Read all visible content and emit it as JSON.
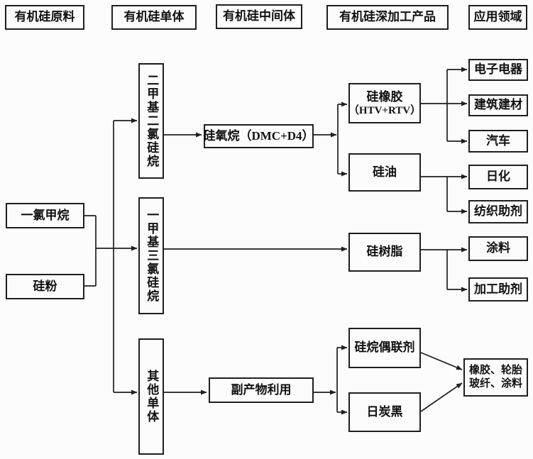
{
  "columns": {
    "raw_materials": "有机硅原料",
    "monomers": "有机硅单体",
    "intermediates": "有机硅中间体",
    "processed_products": "有机硅深加工产品",
    "applications": "应用领域"
  },
  "raw_materials": {
    "methyl_chloride": "一氯甲烷",
    "silicon_powder": "硅粉"
  },
  "monomers": {
    "dimethyldichlorosilane": "二甲基二氯硅烷",
    "methyltrichlorosilane": "一甲基三氯硅烷",
    "other_monomers": "其他单体"
  },
  "intermediates": {
    "siloxane": "硅氧烷（DMC+D4）",
    "byproduct_utilization": "副产物利用"
  },
  "products": {
    "silicone_rubber_line1": "硅橡胶",
    "silicone_rubber_line2": "（HTV+RTV）",
    "silicone_oil": "硅油",
    "silicone_resin": "硅树脂",
    "silane_coupling_agent": "硅烷偶联剂",
    "carbon_black": "日炭黑"
  },
  "applications": {
    "electronics": "电子电器",
    "construction": "建筑建材",
    "automobile": "汽车",
    "daily_chemicals": "日化",
    "textile_auxiliaries": "纺织助剂",
    "coatings": "涂料",
    "processing_aids": "加工助剂",
    "rubber_tires_line1": "橡胶、轮胎",
    "rubber_tires_line2": "玻纤、涂料"
  },
  "colors": {
    "line": "#1f1f1f",
    "background": "#fcfcfc",
    "text": "#111111"
  }
}
